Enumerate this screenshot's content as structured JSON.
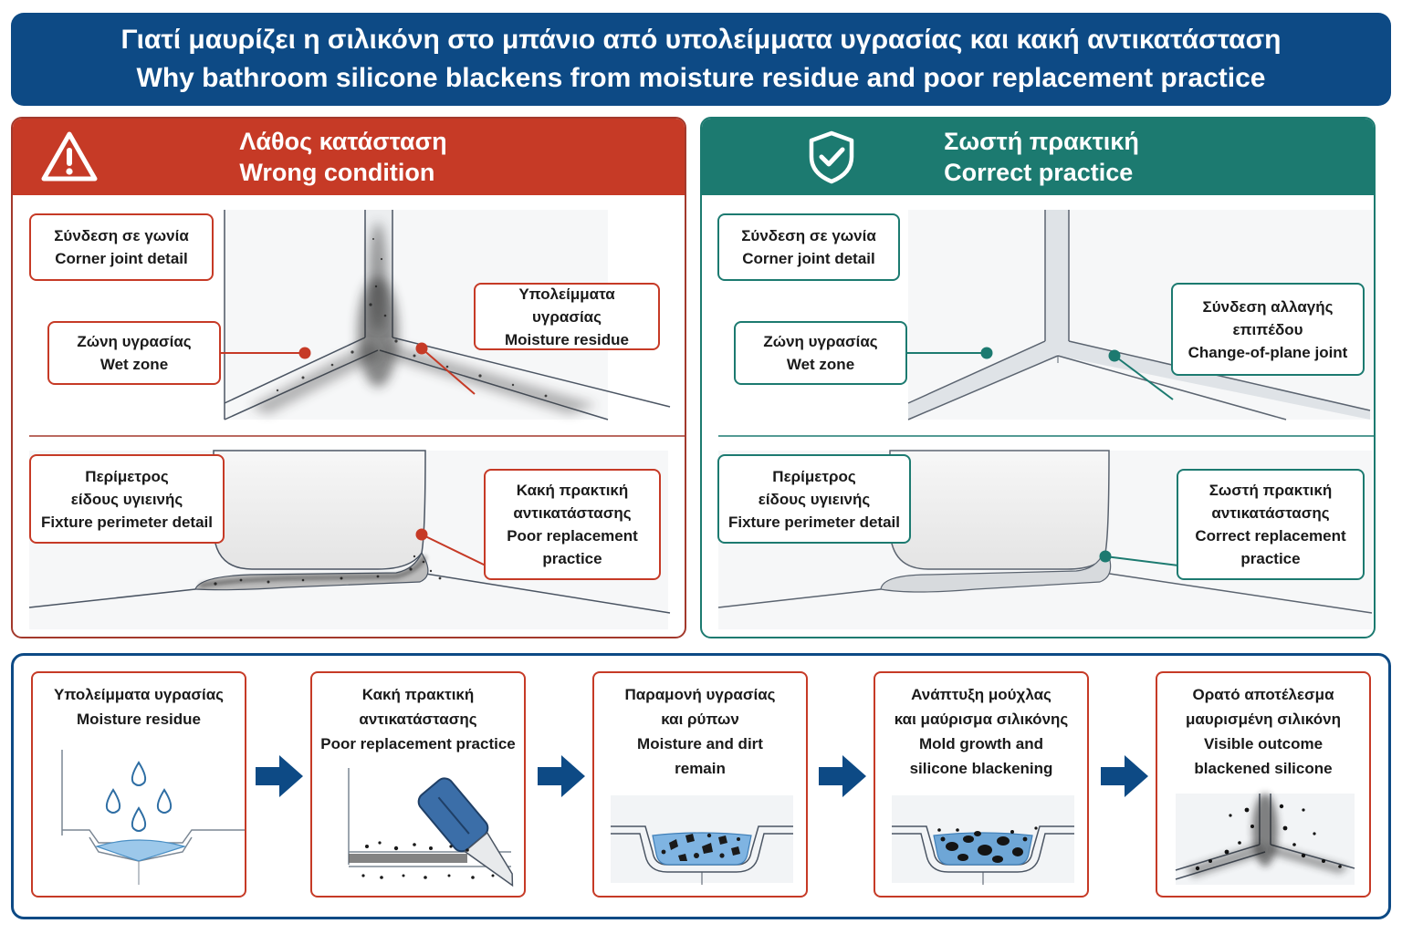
{
  "title": {
    "line1": "Γιατί μαυρίζει η σιλικόνη στο μπάνιο από υπολείμματα υγρασίας και κακή αντικατάσταση",
    "line2": "Why bathroom silicone blackens from moisture residue and poor replacement practice"
  },
  "colors": {
    "title_bg": "#0d4a85",
    "wrong": "#c63a26",
    "correct": "#1c7a70",
    "flow_border": "#0d4a85"
  },
  "wrong_panel": {
    "icon": "warning-triangle-icon",
    "header_el": "Λάθος κατάσταση",
    "header_en": "Wrong condition",
    "corner_joint": {
      "el": "Σύνδεση σε γωνία",
      "en": "Corner joint detail"
    },
    "wet_zone": {
      "el": "Ζώνη υγρασίας",
      "en": "Wet zone"
    },
    "moisture_residue": {
      "el": "Υπολείμματα υγρασίας",
      "en": "Moisture residue"
    },
    "fixture_perimeter": {
      "el1": "Περίμετρος",
      "el2": "είδους υγιεινής",
      "en": "Fixture perimeter detail"
    },
    "poor_replacement": {
      "el1": "Κακή πρακτική",
      "el2": "αντικατάστασης",
      "en1": "Poor replacement",
      "en2": "practice"
    }
  },
  "correct_panel": {
    "icon": "shield-check-icon",
    "header_el": "Σωστή πρακτική",
    "header_en": "Correct practice",
    "corner_joint": {
      "el": "Σύνδεση σε γωνία",
      "en": "Corner joint detail"
    },
    "wet_zone": {
      "el": "Ζώνη υγρασίας",
      "en": "Wet zone"
    },
    "change_of_plane": {
      "el1": "Σύνδεση αλλαγής",
      "el2": "επιπέδου",
      "en": "Change-of-plane joint"
    },
    "fixture_perimeter": {
      "el1": "Περίμετρος",
      "el2": "είδους υγιεινής",
      "en": "Fixture perimeter detail"
    },
    "correct_replacement": {
      "el1": "Σωστή πρακτική",
      "el2": "αντικατάστασης",
      "en1": "Correct replacement",
      "en2": "practice"
    }
  },
  "flow": [
    {
      "lines": [
        "Υπολείμματα υγρασίας",
        "Moisture residue"
      ],
      "icon": "water-drops-icon"
    },
    {
      "lines": [
        "Κακή πρακτική",
        "αντικατάστασης",
        "Poor replacement practice"
      ],
      "icon": "utility-knife-icon"
    },
    {
      "lines": [
        "Παραμονή υγρασίας",
        "και ρύπων",
        "Moisture and dirt",
        "remain"
      ],
      "icon": "trapped-dirt-icon"
    },
    {
      "lines": [
        "Ανάπτυξη μούχλας",
        "και μαύρισμα σιλικόνης",
        "Mold growth and",
        "silicone blackening"
      ],
      "icon": "mold-growth-icon"
    },
    {
      "lines": [
        "Ορατό αποτέλεσμα",
        "μαυρισμένη σιλικόνη",
        "Visible outcome",
        "blackened silicone"
      ],
      "icon": "blackened-corner-icon"
    }
  ]
}
